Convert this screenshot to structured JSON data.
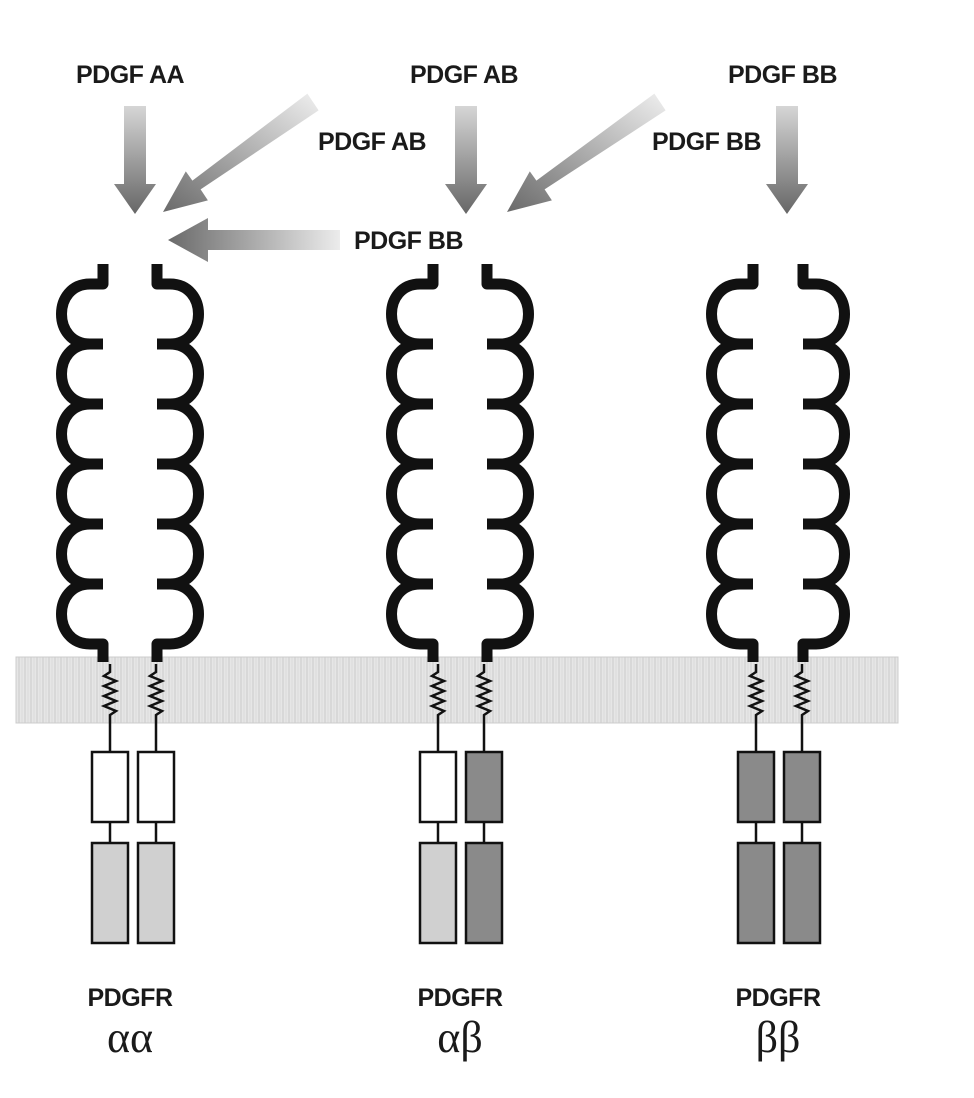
{
  "ligands": {
    "top_left": "PDGF AA",
    "top_center": "PDGF AB",
    "top_right": "PDGF BB",
    "diag_left": "PDGF AB",
    "diag_right": "PDGF BB",
    "horizontal": "PDGF BB"
  },
  "receptors": [
    {
      "name": "PDGFR",
      "type": "αα",
      "chains": [
        "alpha",
        "alpha"
      ]
    },
    {
      "name": "PDGFR",
      "type": "αβ",
      "chains": [
        "alpha",
        "beta"
      ]
    },
    {
      "name": "PDGFR",
      "type": "ββ",
      "chains": [
        "beta",
        "beta"
      ]
    }
  ],
  "colors": {
    "arrow": "#6f6f6f",
    "chain_outline": "#111111",
    "alpha_juxta_fill": "#ffffff",
    "alpha_kinase_fill": "#d0d0d0",
    "beta_fill": "#8a8a8a",
    "membrane": "#e4e4e4"
  }
}
